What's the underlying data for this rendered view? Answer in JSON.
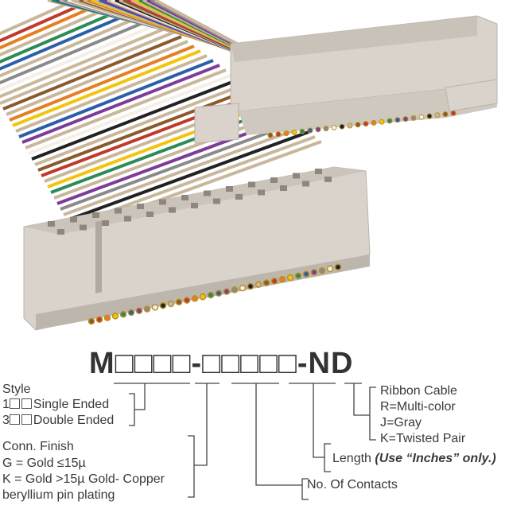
{
  "part_number": {
    "prefix": "M",
    "boxes_group1": "□□□□",
    "separator": "-",
    "boxes_group2": "□□□□□",
    "suffix": "-ND"
  },
  "style": {
    "title": "Style",
    "option1_prefix": "1",
    "option1_label": "Single Ended",
    "option3_prefix": "3",
    "option3_label": "Double Ended"
  },
  "finish": {
    "title": "Conn. Finish",
    "g_line": "G = Gold ≤15µ",
    "k_bold": "K = Gold",
    "k_rest": ">15µ Gold- Copper",
    "k_line2": "beryllium pin plating"
  },
  "contacts": {
    "label": "No. Of Contacts"
  },
  "length": {
    "label": "Length",
    "note": "(Use “Inches” only.)"
  },
  "cable": {
    "title": "Ribbon Cable",
    "r": "R=Multi-color",
    "j": "J=Gray",
    "k": "K=Twisted Pair"
  },
  "colors": {
    "connector": "#d9d3cb",
    "connector_shadow": "#b9b2a8",
    "text": "#3a3a3a"
  },
  "wire_colors": [
    "#8b5a2b",
    "#c0392b",
    "#e67e22",
    "#f1c40f",
    "#2e8b57",
    "#2c5fa8",
    "#7d3c98",
    "#8a8a8a",
    "#f4f0e8",
    "#222222",
    "#c9b79c"
  ]
}
